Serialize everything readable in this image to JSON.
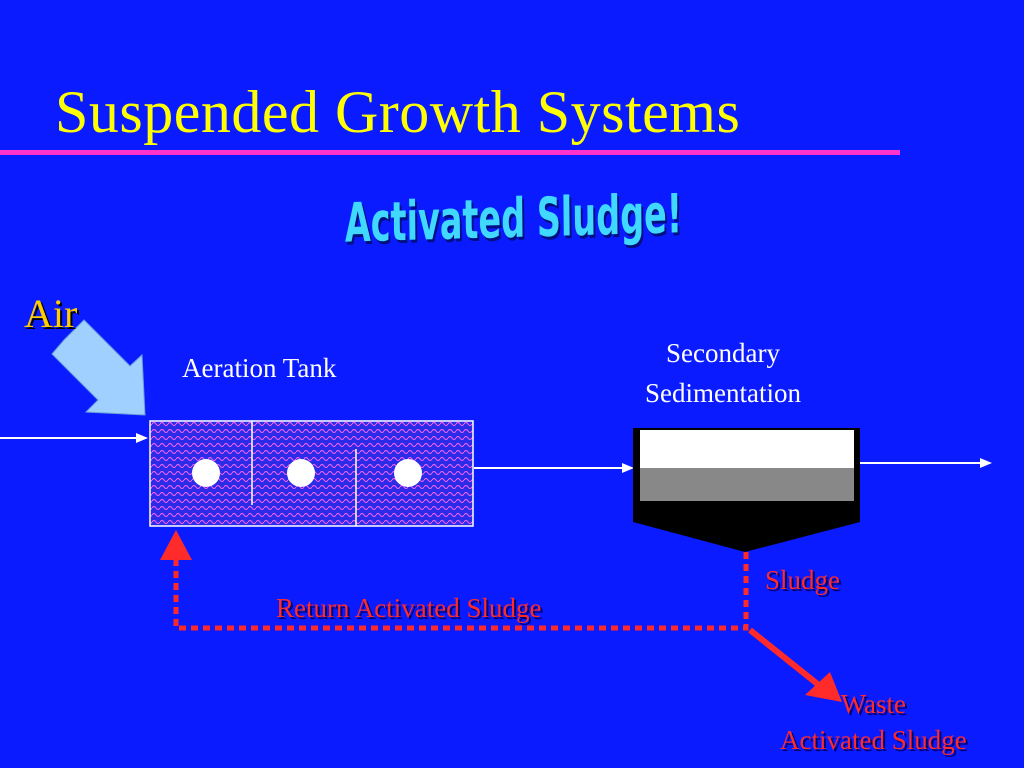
{
  "slide": {
    "title": "Suspended Growth Systems",
    "subtitle": "Activated Sludge!"
  },
  "diagram": {
    "air": "Air",
    "aeration_tank": "Aeration Tank",
    "secondary_sedimentation": [
      "Secondary",
      "Sedimentation"
    ],
    "sludge": "Sludge",
    "return_activated_sludge": "Return Activated Sludge",
    "waste_activated_sludge": [
      "Waste",
      "Activated Sludge"
    ]
  },
  "colors": {
    "background": "#0a1bff",
    "title": "#ffff00",
    "rule": "#ff33cc",
    "sludge_lines": "#ff2a2a",
    "air_arrow": "#9fd0ff"
  }
}
